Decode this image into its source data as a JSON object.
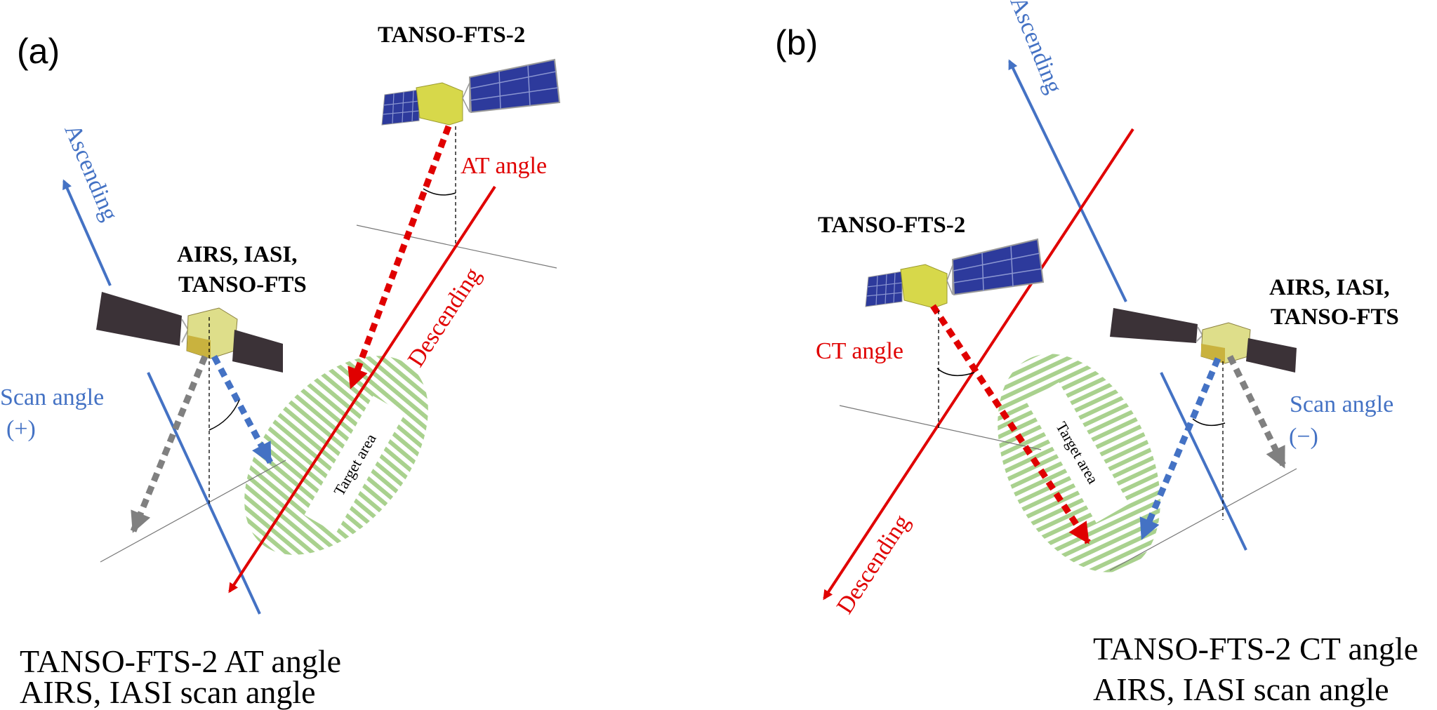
{
  "colors": {
    "red": "#e00000",
    "blue": "#4472c4",
    "gray": "#808080",
    "target_green": "#a9d18e"
  },
  "panel_a": {
    "label": "(a)",
    "tanso2_label": "TANSO-FTS-2",
    "at_angle_label": "AT angle",
    "ascending_label": "Ascending",
    "descending_label": "Descending",
    "sat2_line1": "AIRS, IASI,",
    "sat2_line2": "TANSO-FTS",
    "scan_angle_label": "Scan angle",
    "scan_sign": "(+)",
    "target_label": "Target area",
    "caption_line1": "TANSO-FTS-2 AT angle",
    "caption_line2": "AIRS, IASI scan angle"
  },
  "panel_b": {
    "label": "(b)",
    "tanso2_label": "TANSO-FTS-2",
    "ct_angle_label": "CT angle",
    "ascending_label": "Ascending",
    "descending_label": "Descending",
    "sat2_line1": "AIRS, IASI,",
    "sat2_line2": "TANSO-FTS",
    "scan_angle_label": "Scan angle",
    "scan_sign": "(−)",
    "target_label": "Target area",
    "caption_line1": "TANSO-FTS-2 CT angle",
    "caption_line2": "AIRS, IASI scan angle"
  }
}
